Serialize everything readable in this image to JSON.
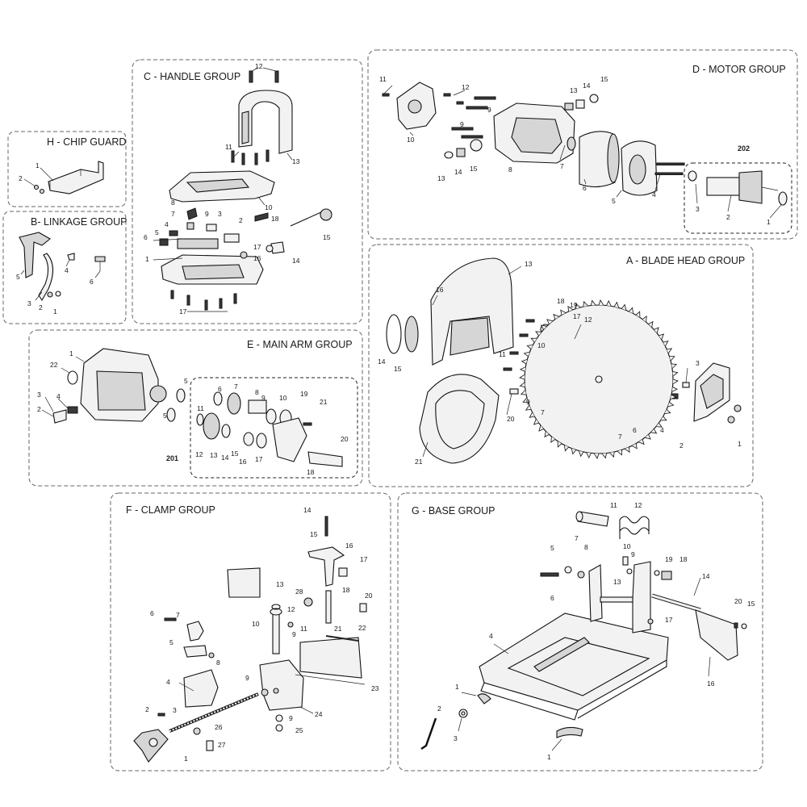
{
  "groups": {
    "H": {
      "title": "H - CHIP GUARD",
      "labels": [
        "1",
        "2"
      ]
    },
    "B": {
      "title": "B- LINKAGE GROUP",
      "labels": [
        "5",
        "4",
        "6",
        "3",
        "2",
        "1"
      ]
    },
    "C": {
      "title": "C - HANDLE GROUP",
      "labels": [
        "12",
        "13",
        "11",
        "10",
        "8",
        "9",
        "3",
        "7",
        "4",
        "2",
        "18",
        "5",
        "6",
        "17",
        "16",
        "15",
        "1",
        "14",
        "17"
      ]
    },
    "D": {
      "title": "D - MOTOR GROUP",
      "labels": [
        "11",
        "12",
        "9",
        "13",
        "14",
        "15",
        "9",
        "10",
        "13",
        "14",
        "15",
        "8",
        "7",
        "6",
        "5",
        "4",
        "3",
        "2",
        "1"
      ],
      "sub_label": "202"
    },
    "E": {
      "title": "E - MAIN ARM GROUP",
      "labels": [
        "1",
        "22",
        "5",
        "3",
        "4",
        "2",
        "5",
        "6",
        "7",
        "8",
        "9",
        "10",
        "19",
        "21",
        "11",
        "12",
        "13",
        "14",
        "15",
        "16",
        "17",
        "20",
        "18"
      ],
      "sub_label": "201"
    },
    "A": {
      "title": "A - BLADE HEAD GROUP",
      "labels": [
        "13",
        "16",
        "18",
        "19",
        "17",
        "12",
        "14",
        "15",
        "11",
        "10",
        "3",
        "9",
        "20",
        "7",
        "7",
        "6",
        "4",
        "2",
        "1",
        "21"
      ]
    },
    "F": {
      "title": "F - CLAMP GROUP",
      "labels": [
        "14",
        "15",
        "16",
        "17",
        "13",
        "28",
        "18",
        "12",
        "20",
        "6",
        "7",
        "10",
        "11",
        "21",
        "22",
        "5",
        "8",
        "9",
        "4",
        "9",
        "23",
        "24",
        "2",
        "3",
        "9",
        "25",
        "26",
        "27",
        "1"
      ]
    },
    "G": {
      "title": "G - BASE GROUP",
      "labels": [
        "11",
        "12",
        "5",
        "7",
        "8",
        "10",
        "9",
        "19",
        "18",
        "14",
        "13",
        "6",
        "17",
        "4",
        "20",
        "15",
        "16",
        "1",
        "2",
        "3",
        "1"
      ]
    }
  }
}
